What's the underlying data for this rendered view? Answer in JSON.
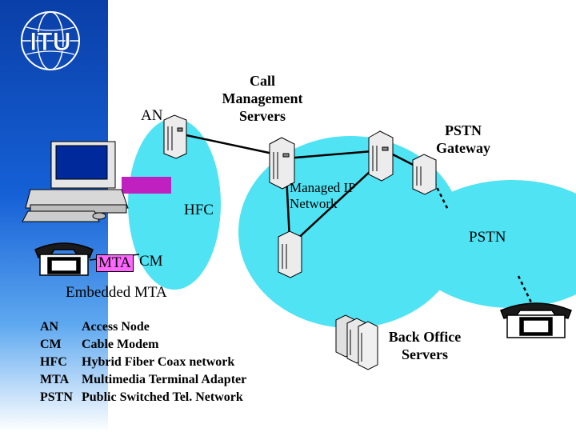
{
  "logo": {
    "text": "ITU"
  },
  "labels": {
    "an": "AN",
    "call_mgmt": [
      "Call",
      "Management",
      "Servers"
    ],
    "pstn_gateway": [
      "PSTN",
      "Gateway"
    ],
    "hfc": "HFC",
    "managed_ip": [
      "Managed IP",
      "Network"
    ],
    "pstn": "PSTN",
    "mta": "MTA",
    "cm": "CM",
    "embedded_mta": "Embedded MTA",
    "back_office": [
      "Back Office",
      "Servers"
    ]
  },
  "legend": [
    {
      "abbr": "AN",
      "full": "Access Node"
    },
    {
      "abbr": "CM",
      "full": "Cable Modem"
    },
    {
      "abbr": "HFC",
      "full": "Hybrid Fiber Coax network"
    },
    {
      "abbr": "MTA",
      "full": "Multimedia Terminal Adapter"
    },
    {
      "abbr": "PSTN",
      "full": "Public Switched Tel. Network"
    }
  ],
  "colors": {
    "cloud": "#4fe3f3",
    "mta_box": "#ff66ff",
    "cm_box": "#c020c0",
    "sidebar": "#1560d6"
  }
}
